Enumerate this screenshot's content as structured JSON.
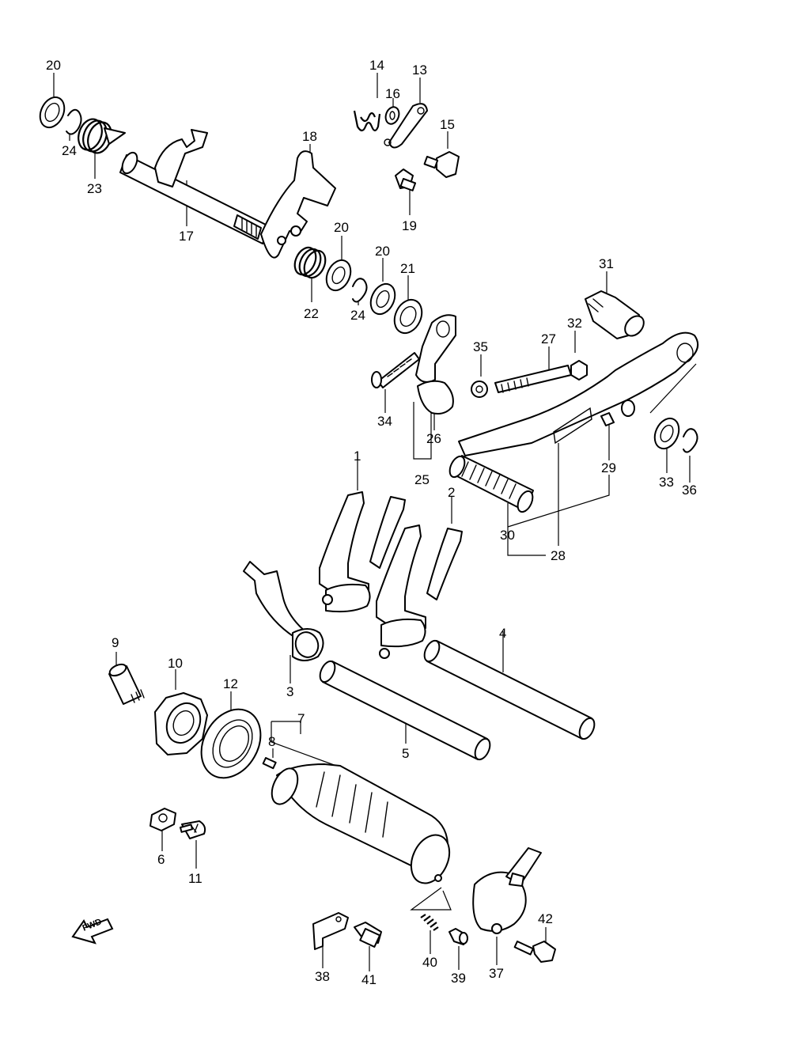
{
  "diagram": {
    "parts": [
      {
        "id": "p20a",
        "label": "20"
      },
      {
        "id": "p24a",
        "label": "24"
      },
      {
        "id": "p23",
        "label": "23"
      },
      {
        "id": "p17",
        "label": "17"
      },
      {
        "id": "p18",
        "label": "18"
      },
      {
        "id": "p14",
        "label": "14"
      },
      {
        "id": "p16",
        "label": "16"
      },
      {
        "id": "p13",
        "label": "13"
      },
      {
        "id": "p15",
        "label": "15"
      },
      {
        "id": "p19",
        "label": "19"
      },
      {
        "id": "p20b",
        "label": "20"
      },
      {
        "id": "p20c",
        "label": "20"
      },
      {
        "id": "p21",
        "label": "21"
      },
      {
        "id": "p22",
        "label": "22"
      },
      {
        "id": "p24b",
        "label": "24"
      },
      {
        "id": "p31",
        "label": "31"
      },
      {
        "id": "p32",
        "label": "32"
      },
      {
        "id": "p27",
        "label": "27"
      },
      {
        "id": "p35",
        "label": "35"
      },
      {
        "id": "p34",
        "label": "34"
      },
      {
        "id": "p26",
        "label": "26"
      },
      {
        "id": "p25",
        "label": "25"
      },
      {
        "id": "p29",
        "label": "29"
      },
      {
        "id": "p33",
        "label": "33"
      },
      {
        "id": "p36",
        "label": "36"
      },
      {
        "id": "p30",
        "label": "30"
      },
      {
        "id": "p28",
        "label": "28"
      },
      {
        "id": "p1",
        "label": "1"
      },
      {
        "id": "p2",
        "label": "2"
      },
      {
        "id": "p3",
        "label": "3"
      },
      {
        "id": "p4",
        "label": "4"
      },
      {
        "id": "p5",
        "label": "5"
      },
      {
        "id": "p9",
        "label": "9"
      },
      {
        "id": "p10",
        "label": "10"
      },
      {
        "id": "p12",
        "label": "12"
      },
      {
        "id": "p7",
        "label": "7"
      },
      {
        "id": "p8",
        "label": "8"
      },
      {
        "id": "p6",
        "label": "6"
      },
      {
        "id": "p11",
        "label": "11"
      },
      {
        "id": "p38",
        "label": "38"
      },
      {
        "id": "p41",
        "label": "41"
      },
      {
        "id": "p40",
        "label": "40"
      },
      {
        "id": "p39",
        "label": "39"
      },
      {
        "id": "p37",
        "label": "37"
      },
      {
        "id": "p42",
        "label": "42"
      }
    ],
    "fwd_arrow": {
      "label": "FWD",
      "icon": "fwd-arrow-icon"
    }
  }
}
